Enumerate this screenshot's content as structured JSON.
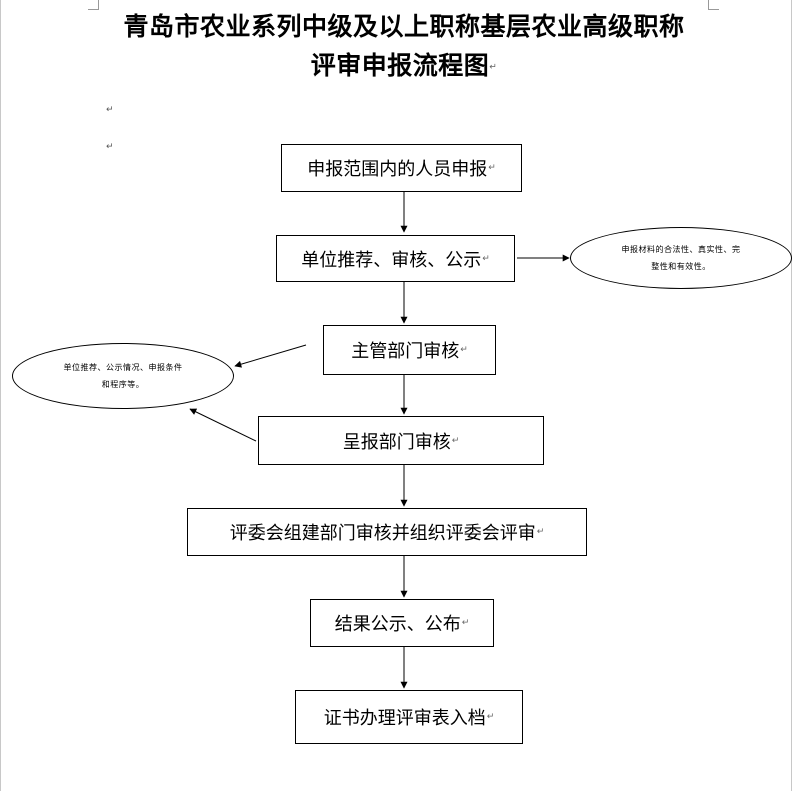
{
  "title": {
    "line1": "青岛市农业系列中级及以上职称基层农业高级职称",
    "line2": "评审申报流程图"
  },
  "paragraph_mark": "↵",
  "steps": [
    "申报范围内的人员申报",
    "单位推荐、审核、公示",
    "主管部门审核",
    "呈报部门审核",
    "评委会组建部门审核并组织评委会评审",
    "结果公示、公布",
    "证书办理评审表入档"
  ],
  "notes": {
    "right": [
      "申报材料的合法性、真实性、完",
      "整性和有效性。"
    ],
    "left": [
      "单位推荐、公示情况、申报条件",
      "和程序等。"
    ]
  }
}
